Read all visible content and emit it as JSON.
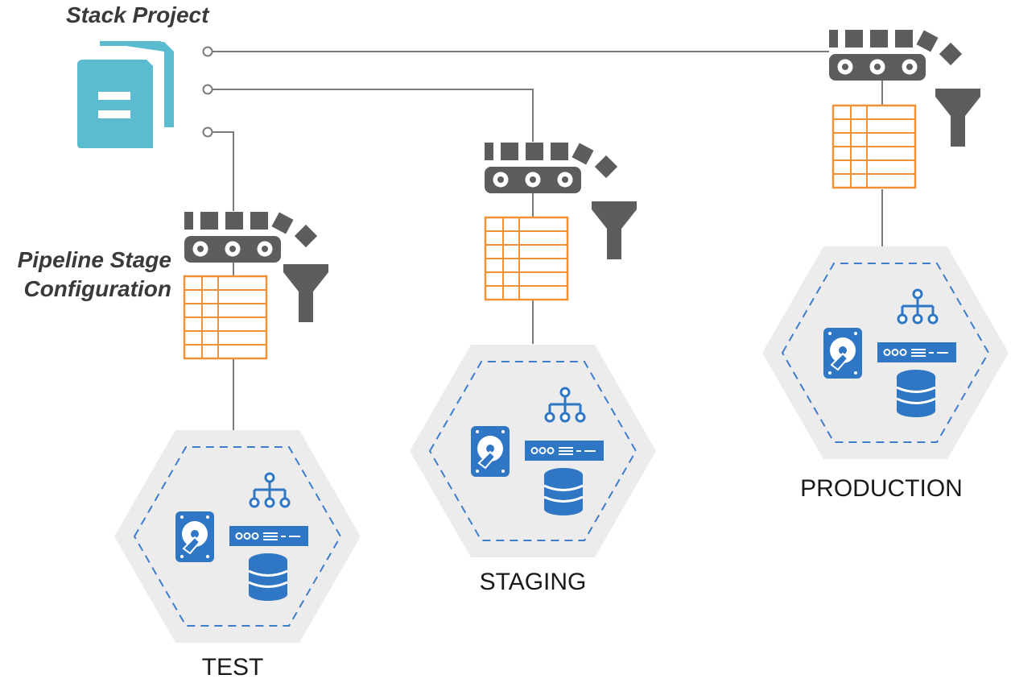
{
  "labels": {
    "project": "Stack Project",
    "config_line1": "Pipeline Stage",
    "config_line2": "Configuration"
  },
  "environments": [
    {
      "name": "TEST"
    },
    {
      "name": "STAGING"
    },
    {
      "name": "PRODUCTION"
    }
  ],
  "icons": {
    "project": "document-stack-icon",
    "pipeline": "conveyor-belt-icon",
    "filter": "funnel-icon",
    "config": "config-table-icon",
    "disk": "hard-disk-icon",
    "network": "network-tree-icon",
    "server": "server-rack-icon",
    "database": "database-icon"
  },
  "colors": {
    "project": "#5bbcd0",
    "machinery": "#5d5d5d",
    "table": "#f39137",
    "env_blue": "#2f76c4",
    "hex_fill": "#ececec",
    "dashes": "#3f7dcc",
    "lines": "#7a7a7a"
  }
}
